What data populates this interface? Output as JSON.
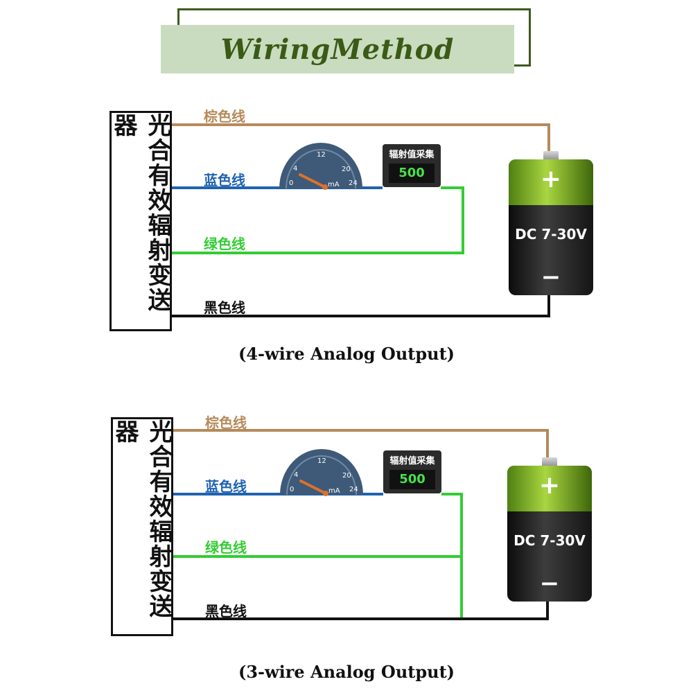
{
  "title": "WiringMethod",
  "device_label": "光合有效辐射变送器",
  "wire_labels": {
    "brown": "棕色线",
    "blue": "蓝色线",
    "green": "绿色线",
    "black": "黑色线"
  },
  "meter": {
    "ticks": [
      "0",
      "4",
      "12",
      "20",
      "24"
    ],
    "unit": "mA"
  },
  "collector": {
    "title": "辐射值采集",
    "value": "500"
  },
  "battery": {
    "plus": "+",
    "voltage": "DC 7-30V",
    "minus": "−"
  },
  "diagrams": [
    {
      "caption": "(4-wire Analog Output)"
    },
    {
      "caption": "(3-wire Analog Output)"
    }
  ],
  "colors": {
    "brown": "#b58a5a",
    "blue": "#1f63b0",
    "green": "#33cc33",
    "black": "#111111",
    "title": "#3a5a16",
    "title_bg": "#c9dcbf"
  }
}
